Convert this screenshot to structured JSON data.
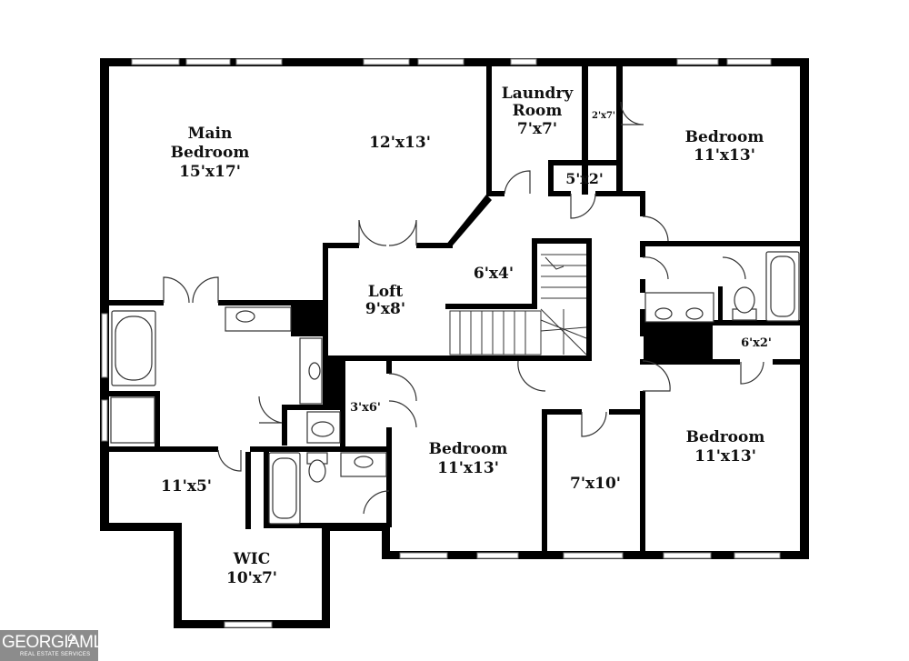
{
  "rooms": {
    "main_bedroom": {
      "name_line1": "Main",
      "name_line2": "Bedroom",
      "dims": "15'x17'"
    },
    "main_bedroom_ext": {
      "dims": "12'x13'"
    },
    "laundry": {
      "name_line1": "Laundry",
      "name_line2": "Room",
      "dims": "7'x7'"
    },
    "closet_2x7": {
      "dims": "2'x7'"
    },
    "closet_5x2": {
      "dims": "5'x2'"
    },
    "bedroom_ne": {
      "name": "Bedroom",
      "dims": "11'x13'"
    },
    "loft": {
      "name": "Loft",
      "dims": "9'x8'"
    },
    "hall_6x4": {
      "dims": "6'x4'"
    },
    "closet_6x2": {
      "dims": "6'x2'"
    },
    "closet_3x6": {
      "dims": "3'x6'"
    },
    "bedroom_center": {
      "name": "Bedroom",
      "dims": "11'x13'"
    },
    "room_7x10": {
      "dims": "7'x10'"
    },
    "bedroom_se": {
      "name": "Bedroom",
      "dims": "11'x13'"
    },
    "room_11x5": {
      "dims": "11'x5'"
    },
    "wic": {
      "name": "WIC",
      "dims": "10'x7'"
    }
  },
  "logo": {
    "text": "GEORGIAMLS",
    "subtext": "REAL ESTATE SERVICES"
  }
}
